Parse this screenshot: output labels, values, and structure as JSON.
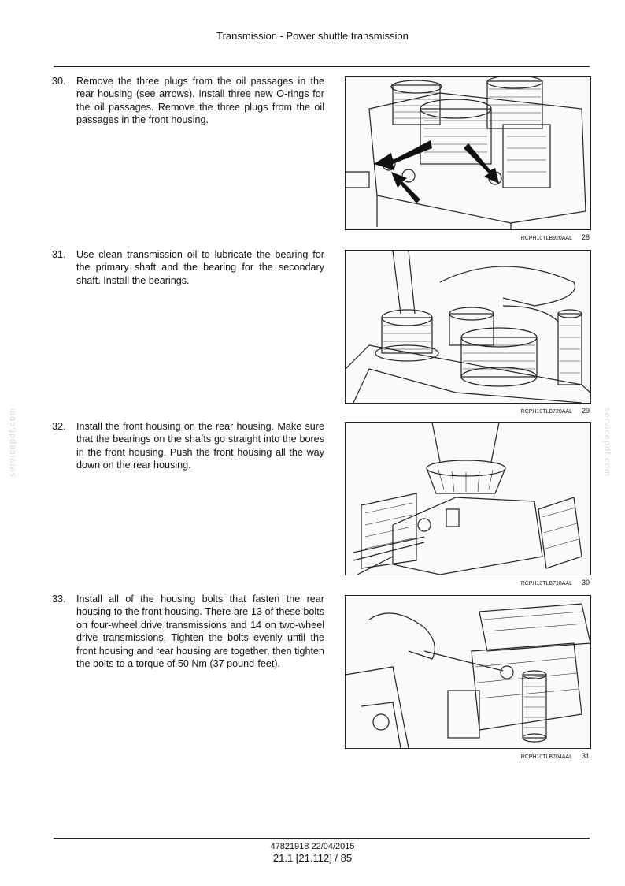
{
  "header": {
    "title": "Transmission - Power shuttle transmission"
  },
  "steps": [
    {
      "number": "30.",
      "text": "Remove the three plugs from the oil passages in the rear housing (see arrows). Install three new O-rings for the oil passages. Remove the three plugs from the oil passages in the front housing.",
      "figure_code": "RCPH10TLB920AAL",
      "figure_number": "28"
    },
    {
      "number": "31.",
      "text": "Use clean transmission oil to lubricate the bearing for the primary shaft and the bearing for the secondary shaft. Install the bearings.",
      "figure_code": "RCPH10TLB720AAL",
      "figure_number": "29"
    },
    {
      "number": "32.",
      "text": "Install the front housing on the rear housing. Make sure that the bearings on the shafts go straight into the bores in the front housing. Push the front housing all the way down on the rear housing.",
      "figure_code": "RCPH10TLB718AAL",
      "figure_number": "30"
    },
    {
      "number": "33.",
      "text": "Install all of the housing bolts that fasten the rear housing to the front housing. There are 13 of these bolts on four-wheel drive transmissions and 14 on two-wheel drive transmissions. Tighten the bolts evenly until the front housing and rear housing are together, then tighten the bolts to a torque of 50 Nm (37 pound-feet).",
      "figure_code": "RCPH10TLB704AAL",
      "figure_number": "31"
    }
  ],
  "watermark": "servicepdf.com",
  "footer": {
    "doc_ref": "47821918 22/04/2015",
    "page": "21.1 [21.112] / 85"
  }
}
